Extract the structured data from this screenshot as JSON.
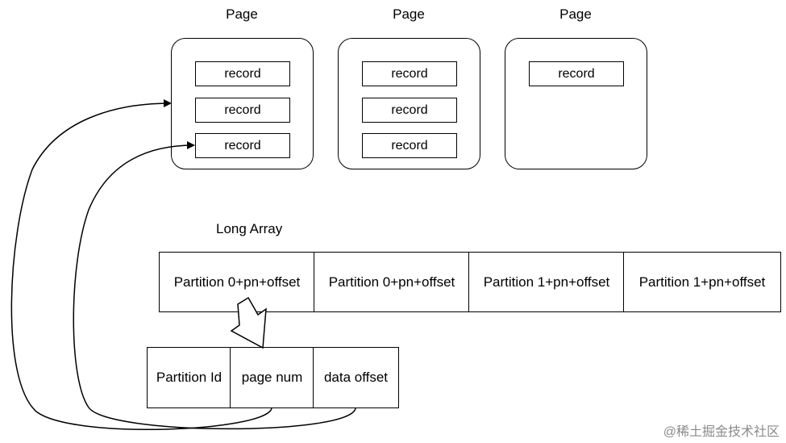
{
  "pages": [
    {
      "title": "Page",
      "records": [
        "record",
        "record",
        "record"
      ]
    },
    {
      "title": "Page",
      "records": [
        "record",
        "record",
        "record"
      ]
    },
    {
      "title": "Page",
      "records": [
        "record"
      ]
    }
  ],
  "long_array": {
    "label": "Long Array",
    "cells": [
      "Partition 0+pn+offset",
      "Partition 0+pn+offset",
      "Partition 1+pn+offset",
      "Partition 1+pn+offset"
    ]
  },
  "pointer": {
    "cells": [
      "Partition Id",
      "page num",
      "data offset"
    ]
  },
  "watermark": "@稀土掘金技术社区"
}
